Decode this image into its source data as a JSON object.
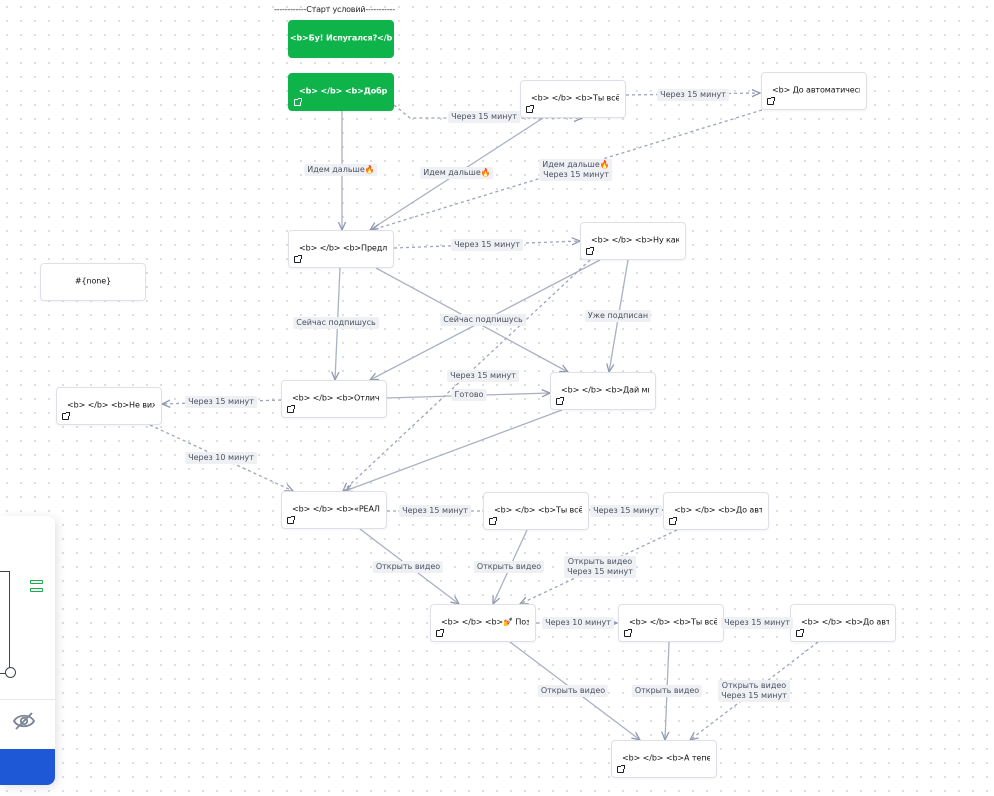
{
  "canvas": {
    "start_label": "------------Старт условий-----------"
  },
  "nodes": [
    {
      "id": "n_start",
      "text": "<b>Бу! Испугался?</b",
      "style": "green",
      "icon": false
    },
    {
      "id": "n_dobro",
      "text": "<b> </b> <b>Добро по",
      "style": "green",
      "icon": true
    },
    {
      "id": "n_tyvse1",
      "text": "<b> </b> <b>Ты всё е",
      "style": "white",
      "icon": true
    },
    {
      "id": "n_doavto1",
      "text": "<b>  До автоматическ",
      "style": "white",
      "icon": true
    },
    {
      "id": "n_predlaga",
      "text": "<b> </b> <b>Предлага",
      "style": "white",
      "icon": true
    },
    {
      "id": "n_nukak",
      "text": "<b> </b> <b>Ну как т",
      "style": "white",
      "icon": true
    },
    {
      "id": "n_none",
      "text": "#{none}",
      "style": "white",
      "icon": false
    },
    {
      "id": "n_nevizhu",
      "text": "<b> </b> <b>Не вижу",
      "style": "white",
      "icon": true
    },
    {
      "id": "n_otlichno",
      "text": "<b> </b> <b>Отлично,",
      "style": "white",
      "icon": true
    },
    {
      "id": "n_daimne",
      "text": "<b> </b> <b>Дай мне",
      "style": "white",
      "icon": true
    },
    {
      "id": "n_realno",
      "text": "<b> </b> <b>«РЕАЛЬНО",
      "style": "white",
      "icon": true
    },
    {
      "id": "n_tyvse2",
      "text": "<b> </b> <b>Ты всё е",
      "style": "white",
      "icon": true
    },
    {
      "id": "n_doavto2",
      "text": "<b> </b> <b>До автом",
      "style": "white",
      "icon": true
    },
    {
      "id": "n_pozdr",
      "text": "<b> </b> <b>💅 Поздр",
      "style": "white",
      "icon": true
    },
    {
      "id": "n_tyvse3",
      "text": "<b> </b> <b>Ты всё е",
      "style": "white",
      "icon": true
    },
    {
      "id": "n_doavto3",
      "text": "<b> </b> <b>До автом",
      "style": "white",
      "icon": true
    },
    {
      "id": "n_ateper",
      "text": "<b> </b> <b>А теперь",
      "style": "white",
      "icon": true
    }
  ],
  "edges": [
    {
      "id": "e1",
      "from": "n_dobro",
      "to": "n_tyvse1",
      "dashed": true,
      "label": [
        "Через 15 минут"
      ]
    },
    {
      "id": "e2",
      "from": "n_tyvse1",
      "to": "n_doavto1",
      "dashed": true,
      "label": [
        "Через 15 минут"
      ]
    },
    {
      "id": "e3",
      "from": "n_dobro",
      "to": "n_predlaga",
      "dashed": false,
      "label": [
        "Идем дальше🔥"
      ]
    },
    {
      "id": "e4",
      "from": "n_tyvse1",
      "to": "n_predlaga",
      "dashed": false,
      "label": [
        "Идем дальше🔥"
      ]
    },
    {
      "id": "e5",
      "from": "n_doavto1",
      "to": "n_predlaga",
      "dashed": true,
      "label": [
        "Идем дальше🔥",
        "Через 15 минут"
      ]
    },
    {
      "id": "e6",
      "from": "n_predlaga",
      "to": "n_nukak",
      "dashed": true,
      "label": [
        "Через 15 минут"
      ]
    },
    {
      "id": "e7",
      "from": "n_predlaga",
      "to": "n_otlichno",
      "dashed": false,
      "label": [
        "Сейчас подпишусь"
      ]
    },
    {
      "id": "e8",
      "from": "n_predlaga",
      "to": "n_daimne",
      "dashed": false,
      "label": []
    },
    {
      "id": "e9",
      "from": "n_nukak",
      "to": "n_otlichno",
      "dashed": false,
      "label": [
        "Сейчас подпишусь"
      ]
    },
    {
      "id": "e10",
      "from": "n_nukak",
      "to": "n_daimne",
      "dashed": false,
      "label": [
        "Уже подписан"
      ]
    },
    {
      "id": "e11",
      "from": "n_nukak",
      "to": "n_realno",
      "dashed": true,
      "label": [
        "Через 15 минут"
      ]
    },
    {
      "id": "e12",
      "from": "n_otlichno",
      "to": "n_daimne",
      "dashed": false,
      "label": [
        "Готово"
      ]
    },
    {
      "id": "e13",
      "from": "n_otlichno",
      "to": "n_nevizhu",
      "dashed": true,
      "label": [
        "Через 15 минут"
      ]
    },
    {
      "id": "e14",
      "from": "n_nevizhu",
      "to": "n_realno",
      "dashed": true,
      "label": [
        "Через 10 минут"
      ]
    },
    {
      "id": "e15",
      "from": "n_daimne",
      "to": "n_realno",
      "dashed": false,
      "label": []
    },
    {
      "id": "e16",
      "from": "n_realno",
      "to": "n_tyvse2",
      "dashed": true,
      "label": [
        "Через 15 минут"
      ]
    },
    {
      "id": "e17",
      "from": "n_tyvse2",
      "to": "n_doavto2",
      "dashed": true,
      "label": [
        "Через 15 минут"
      ]
    },
    {
      "id": "e18",
      "from": "n_realno",
      "to": "n_pozdr",
      "dashed": false,
      "label": [
        "Открыть видео"
      ]
    },
    {
      "id": "e19",
      "from": "n_tyvse2",
      "to": "n_pozdr",
      "dashed": false,
      "label": [
        "Открыть видео"
      ]
    },
    {
      "id": "e20",
      "from": "n_doavto2",
      "to": "n_pozdr",
      "dashed": true,
      "label": [
        "Открыть видео",
        "Через 15 минут"
      ]
    },
    {
      "id": "e21",
      "from": "n_pozdr",
      "to": "n_tyvse3",
      "dashed": true,
      "label": [
        "Через 10 минут"
      ]
    },
    {
      "id": "e22",
      "from": "n_tyvse3",
      "to": "n_doavto3",
      "dashed": true,
      "label": [
        "Через 15 минут"
      ]
    },
    {
      "id": "e23",
      "from": "n_pozdr",
      "to": "n_ateper",
      "dashed": false,
      "label": [
        "Открыть видео"
      ]
    },
    {
      "id": "e24",
      "from": "n_tyvse3",
      "to": "n_ateper",
      "dashed": false,
      "label": [
        "Открыть видео"
      ]
    },
    {
      "id": "e25",
      "from": "n_doavto3",
      "to": "n_ateper",
      "dashed": true,
      "label": [
        "Открыть видео",
        "Через 15 минут"
      ]
    }
  ],
  "side_panel": {
    "icons": [
      "connector-line-icon",
      "duplicate-icon",
      "hide-eye-icon"
    ],
    "accent_color": "#1f58d6",
    "green_color": "#10b04a"
  },
  "colors": {
    "node_green": "#0eb34a",
    "edge": "#a9b1c2",
    "label_bg": "#eef0f4"
  }
}
